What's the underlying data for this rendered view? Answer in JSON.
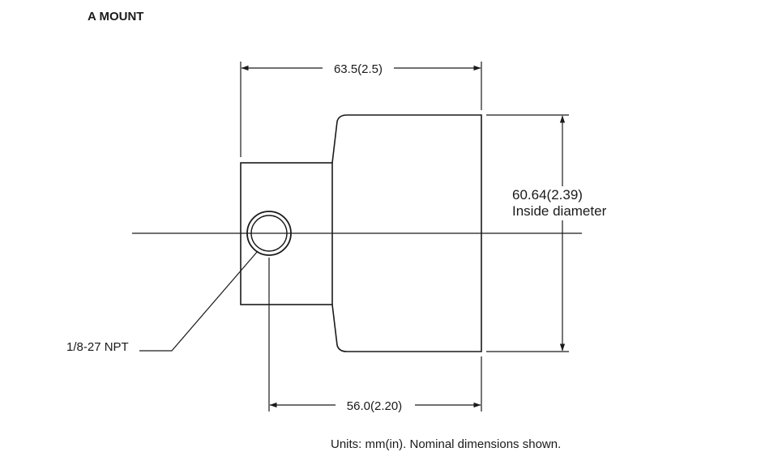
{
  "title": "A MOUNT",
  "dimensions": {
    "top_width": "63.5(2.5)",
    "bottom_width": "56.0(2.20)",
    "diameter_value": "60.64(2.39)",
    "diameter_note": "Inside diameter"
  },
  "callouts": {
    "port": "1/8-27 NPT"
  },
  "footer": "Units: mm(in). Nominal dimensions shown."
}
